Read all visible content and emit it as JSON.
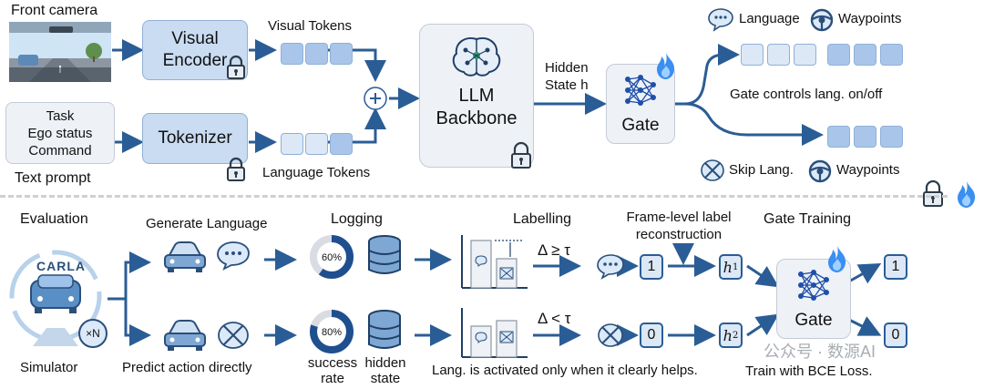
{
  "top": {
    "front_camera": "Front camera",
    "visual_encoder": "Visual\nEncoder",
    "visual_tokens": "Visual Tokens",
    "prompt_lines": "Task\nEgo status\nCommand",
    "text_prompt": "Text prompt",
    "tokenizer": "Tokenizer",
    "language_tokens": "Language Tokens",
    "llm": "LLM\nBackbone",
    "hidden_state": "Hidden\nState h",
    "gate": "Gate",
    "legend_language": "Language",
    "legend_waypoints": "Waypoints",
    "gate_controls": "Gate controls lang. on/off",
    "skip_lang": "Skip Lang.",
    "waypoints_bottom": "Waypoints"
  },
  "bottom": {
    "evaluation": "Evaluation",
    "carla": "CARLA",
    "times_n": "×N",
    "simulator": "Simulator",
    "generate_language": "Generate Language",
    "predict_directly": "Predict action directly",
    "logging": "Logging",
    "pct_top": "60%",
    "pct_bottom": "80%",
    "pct_top_value": 60,
    "pct_bottom_value": 80,
    "success_rate": "success\nrate",
    "hidden_state": "hidden\nstate",
    "labelling": "Labelling",
    "delta_ge": "Δ ≥ τ",
    "delta_lt": "Δ < τ",
    "frame_level": "Frame-level label\nreconstruction",
    "one": "1",
    "zero": "0",
    "h1": "h",
    "h1_sub": "1",
    "h2": "h",
    "h2_sub": "2",
    "gate_training": "Gate Training",
    "gate": "Gate",
    "out_one": "1",
    "out_zero": "0",
    "lang_activated": "Lang. is activated only when it clearly helps.",
    "train_bce": "Train with BCE Loss.",
    "watermark": "公众号 · 数源AI"
  },
  "colors": {
    "arrow": "#2a5d95",
    "box_blue": "#c9dcf2",
    "token": "#a9c6ea",
    "flame": "#2f80ed"
  }
}
